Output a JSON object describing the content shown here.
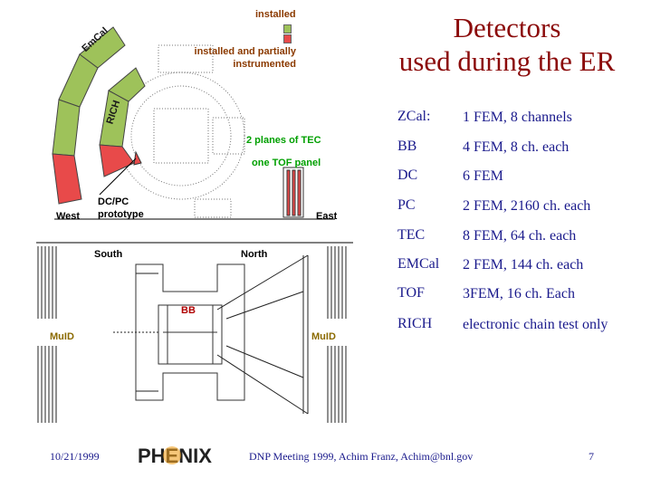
{
  "title": {
    "line1": "Detectors",
    "line2": "used during the ER"
  },
  "legend": {
    "installed": "installed",
    "partial_line1": "installed and partially",
    "partial_line2": "instrumented"
  },
  "diagram_labels": {
    "emcal": "EmCal",
    "rich": "RICH",
    "tec_planes": "2 planes of TEC",
    "tof_panel": "one TOF panel",
    "dcpc_line1": "DC/PC",
    "dcpc_line2": "prototype",
    "west": "West",
    "east": "East",
    "south": "South",
    "north": "North",
    "bb": "BB",
    "muid_left": "MuID",
    "muid_right": "MuID"
  },
  "detectors": [
    {
      "name": "ZCal:",
      "desc": " 1 FEM, 8 channels"
    },
    {
      "name": "BB",
      "desc": "4 FEM, 8 ch. each"
    },
    {
      "name": "DC",
      "desc": "6 FEM"
    },
    {
      "name": "PC",
      "desc": "2 FEM, 2160 ch. each"
    },
    {
      "name": "TEC",
      "desc": "8 FEM, 64 ch. each"
    },
    {
      "name": "EMCal",
      "desc": "2 FEM, 144 ch. each"
    },
    {
      "name": "TOF",
      "desc": "3FEM, 16 ch. Each"
    },
    {
      "name": "RICH",
      "desc": "electronic chain test only"
    }
  ],
  "footer": {
    "date": "10/21/1999",
    "logo_text": "PHENIX",
    "meeting": "DNP Meeting 1999, Achim Franz, Achim@bnl.gov",
    "page": "7"
  },
  "colors": {
    "title": "#8b0a0a",
    "text": "#1a1a8c",
    "installed": "#9ec25a",
    "partial": "#e84a4a"
  }
}
